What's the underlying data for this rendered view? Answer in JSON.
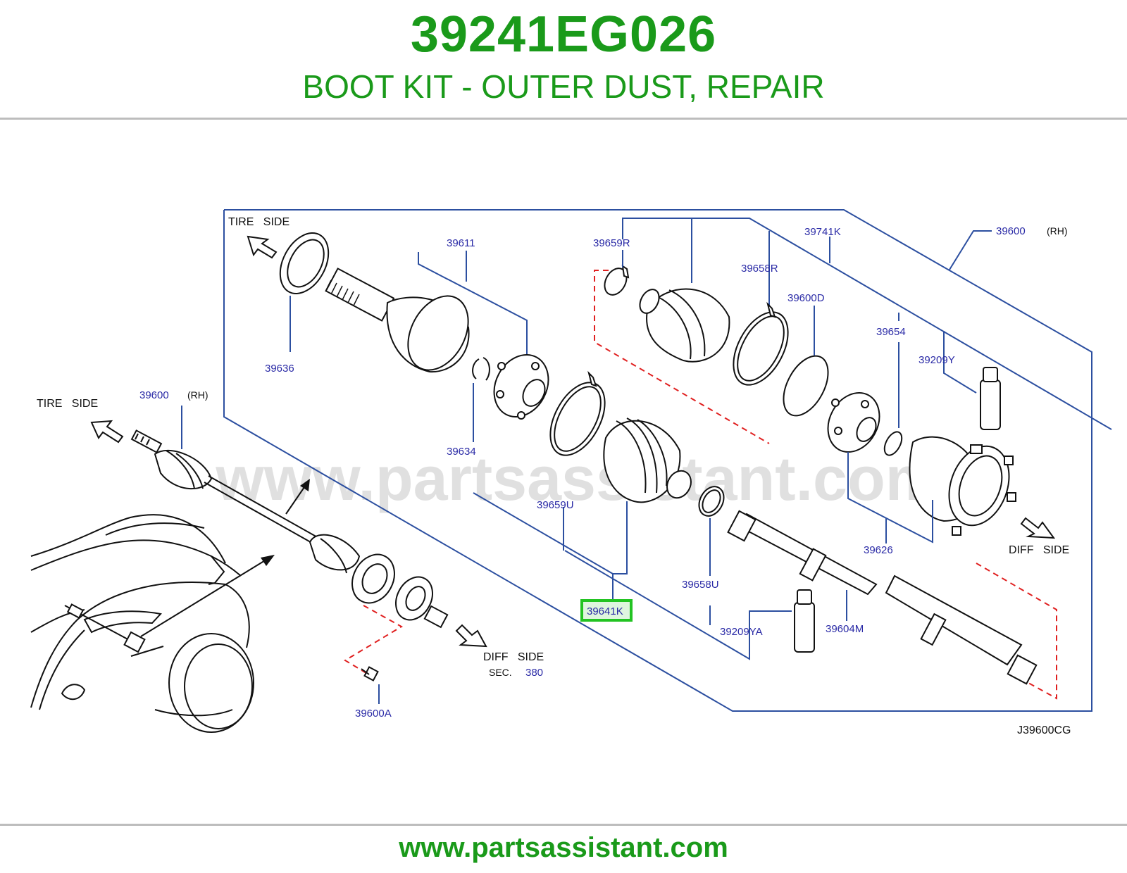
{
  "header": {
    "part_number": "39241EG026",
    "description": "BOOT KIT - OUTER DUST, REPAIR"
  },
  "footer": {
    "url": "www.partsassistant.com"
  },
  "watermark": "www.partsassistant.com",
  "colors": {
    "brand_green": "#1a9a1a",
    "callout_blue": "#2a2aa6",
    "frame_blue": "#2c4fa0",
    "dashed_red": "#e02020",
    "highlight": "#22c322"
  },
  "diagram": {
    "code": "J39600CG",
    "tire_side_top": "TIRE   SIDE",
    "tire_side_left": "TIRE   SIDE",
    "diff_side_right": "DIFF   SIDE",
    "diff_side_bottom": "DIFF   SIDE",
    "sec_label": "SEC.",
    "sec_value": "380",
    "rh": "(RH)",
    "callouts": {
      "c39600_left": "39600",
      "c39600_right": "39600",
      "c39611": "39611",
      "c39636": "39636",
      "c39634": "39634",
      "c39659R": "39659R",
      "c39741K": "39741K",
      "c39658R": "39658R",
      "c39600D": "39600D",
      "c39654": "39654",
      "c39209Y": "39209Y",
      "c39659U": "39659U",
      "c39641K": "39641K",
      "c39658U": "39658U",
      "c39209YA": "39209YA",
      "c39604M": "39604M",
      "c39626": "39626",
      "c39600A": "39600A"
    }
  }
}
